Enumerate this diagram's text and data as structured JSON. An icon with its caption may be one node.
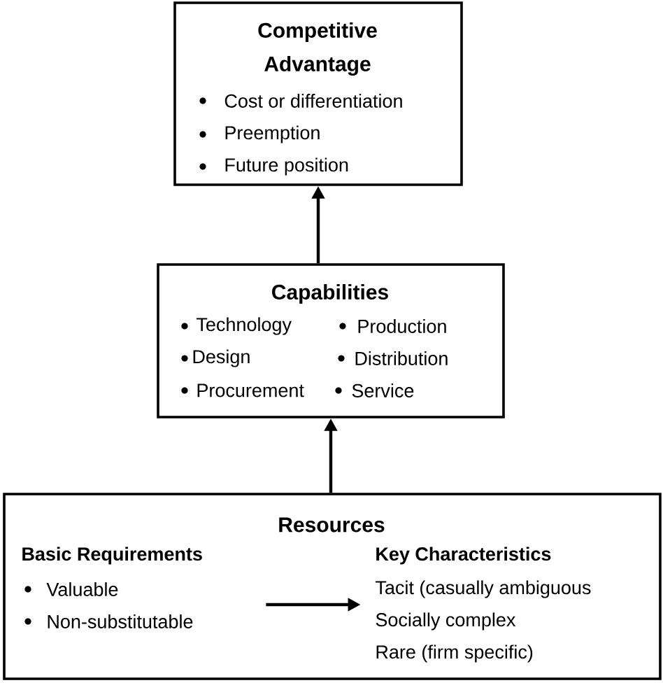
{
  "diagram": {
    "nodes": [
      {
        "text": [
          "Competitive Advantage",
          "Cost or differentiation",
          "Preemption",
          "Future position"
        ]
      },
      {
        "text": [
          "Capabilities",
          "Technology",
          "Production",
          "Design",
          "Distribution",
          "Procurement",
          "Service"
        ]
      },
      {
        "text": [
          "Resources"
        ]
      },
      {
        "text": [
          "Basic Requirements",
          "Valuable",
          "Non-substitutable"
        ],
        "in": 2
      },
      {
        "text": [
          "Key Characteristics",
          "Tacit (casually ambiguous",
          "Socially complex",
          "Rare (firm specific)"
        ],
        "in": 2
      }
    ],
    "edges": [
      {
        "from": 2,
        "to": 1,
        "arrow": "to"
      },
      {
        "from": 1,
        "to": 0,
        "arrow": "to"
      },
      {
        "from": 3,
        "to": 4,
        "arrow": "to"
      }
    ]
  }
}
